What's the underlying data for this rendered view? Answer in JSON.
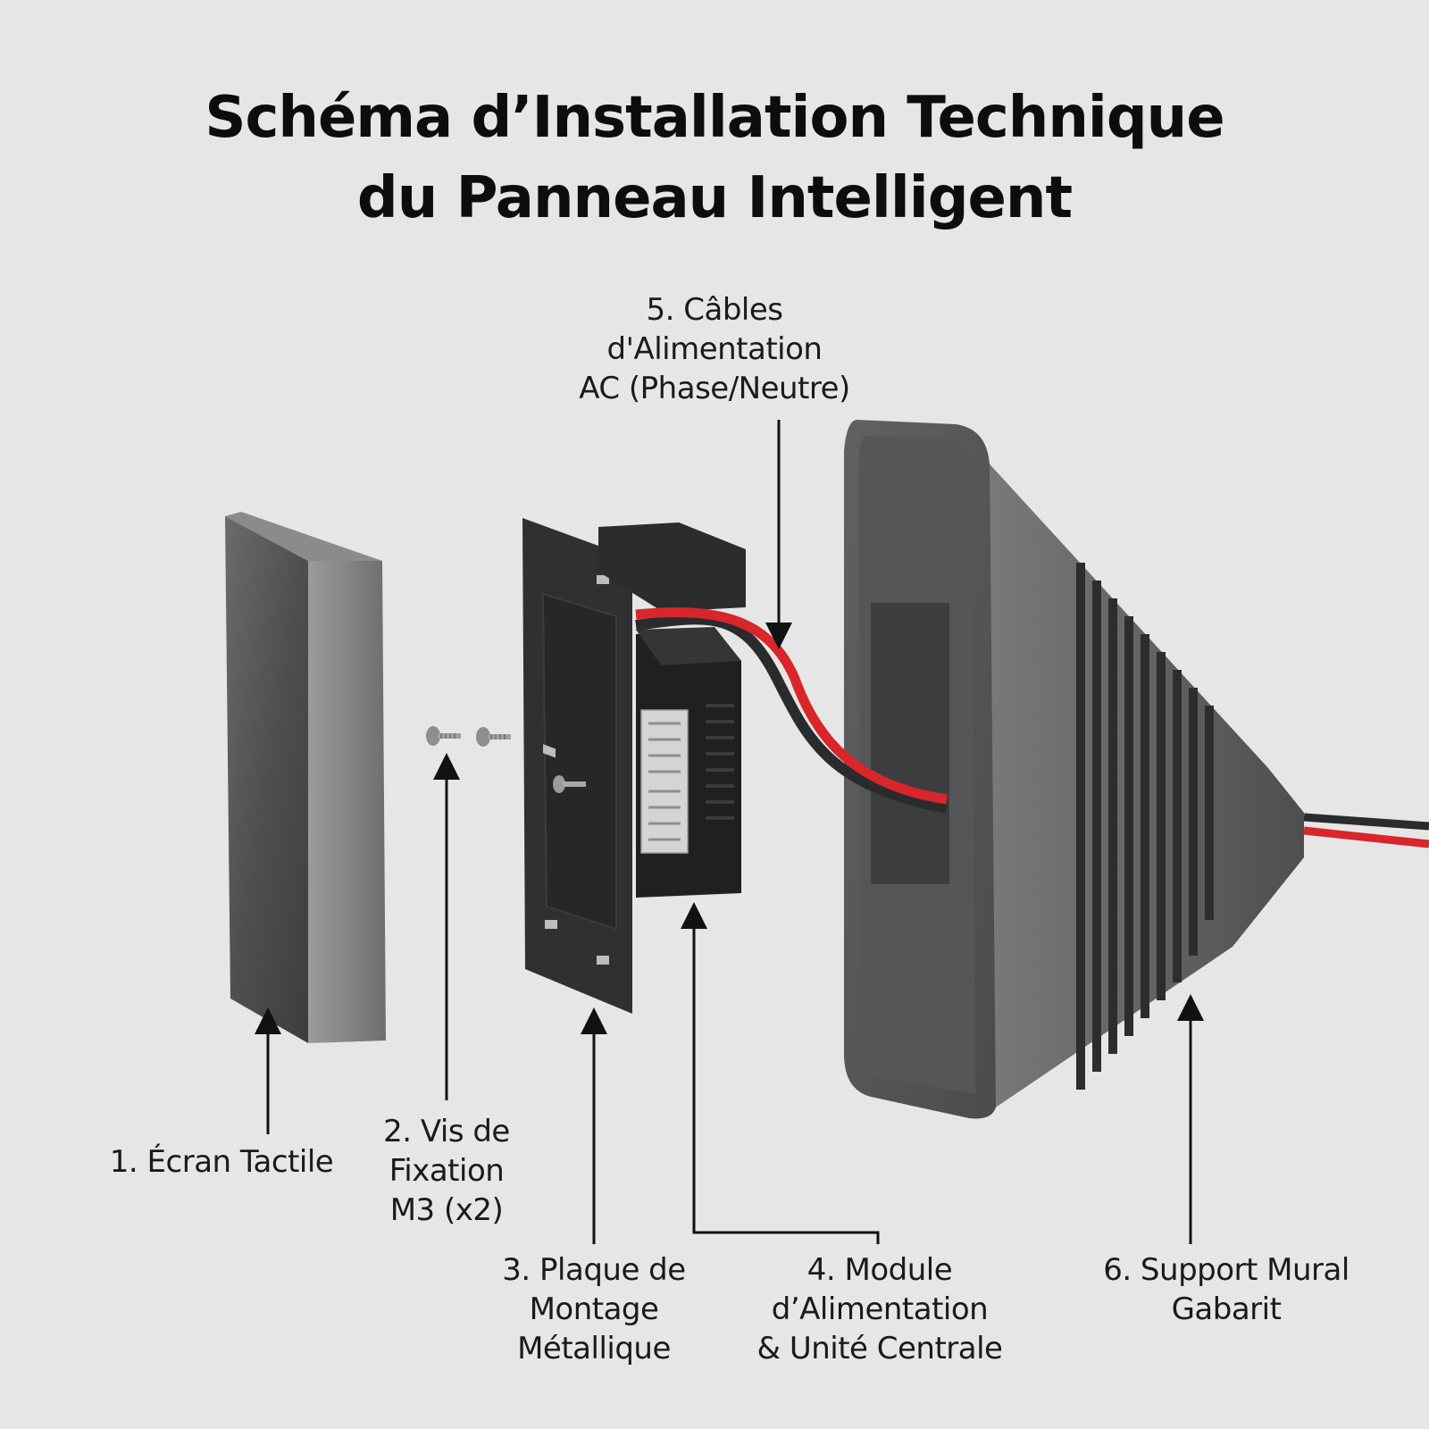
{
  "title": {
    "line1": "Schéma d’Installation Technique",
    "line2": "du Panneau Intelligent"
  },
  "labels": {
    "screen": {
      "lines": [
        "1. Écran Tactile"
      ]
    },
    "screws": {
      "lines": [
        "2. Vis de",
        "Fixation",
        "M3 (x2)"
      ]
    },
    "plate": {
      "lines": [
        "3. Plaque de",
        "Montage",
        "Métallique"
      ]
    },
    "module": {
      "lines": [
        "4. Module",
        "d’Alimentation",
        "& Unité Centrale"
      ]
    },
    "cables": {
      "lines": [
        "5. Câbles",
        "d'Alimentation",
        "AC (Phase/Neutre)"
      ]
    },
    "bracket": {
      "lines": [
        "6. Support Mural",
        "Gabarit"
      ]
    }
  },
  "colors": {
    "background": "#e6e6e6",
    "device_gray": "#5f6062",
    "device_dark": "#3a3b3d",
    "cable_red": "#d8262b",
    "cable_black": "#222222",
    "terminal": "#d4d4d4"
  }
}
